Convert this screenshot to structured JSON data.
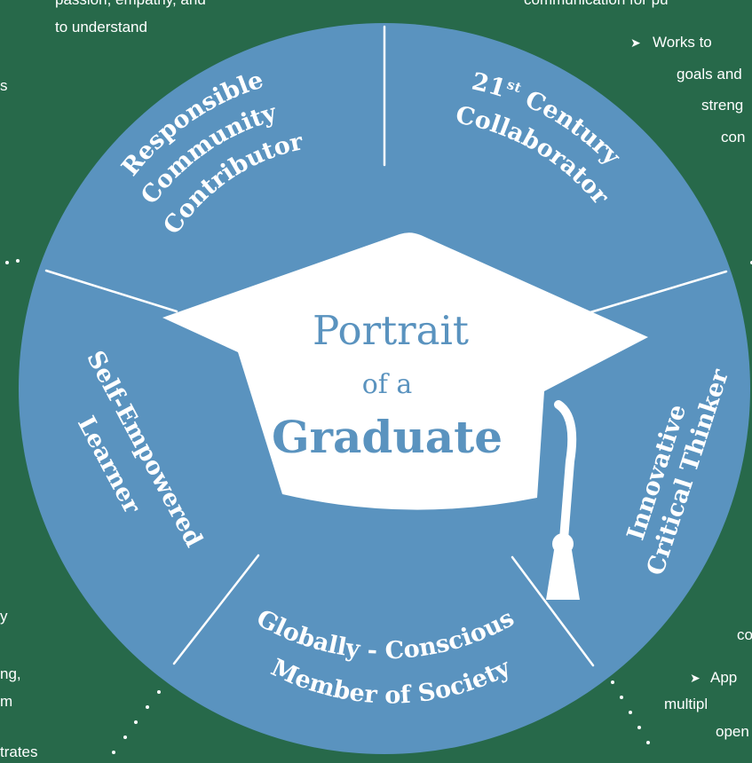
{
  "background_text": {
    "left_lines": [
      "passion, empathy, and",
      "to understand",
      "",
      "s",
      "",
      "",
      "",
      "",
      "",
      "",
      "",
      "",
      "",
      "",
      "",
      "",
      "",
      "",
      "",
      "",
      "",
      "",
      "",
      "",
      "",
      "",
      "",
      "",
      "y",
      "",
      "",
      "ng,",
      "m",
      "trates"
    ],
    "top_right": "communication for pu",
    "right_bullet_1": [
      "Works to",
      "goals and",
      "streng",
      "con"
    ],
    "right_bottom_1": "co",
    "right_bullet_2": [
      "App",
      "multipl",
      "open"
    ],
    "bullet_glyph": "➤"
  },
  "center": {
    "line1": "Portrait",
    "line2": "of a",
    "line3": "Graduate"
  },
  "segments": {
    "responsible": [
      "Responsible",
      "Community",
      "Contributor"
    ],
    "collaborator": {
      "prefix": "21",
      "sup": "st",
      "suffix": " Century",
      "line2": "Collaborator"
    },
    "innovative": [
      "Innovative",
      "Critical Thinker"
    ],
    "globally": [
      "Globally - Conscious",
      "Member of Society"
    ],
    "self": [
      "Self-Empowered",
      "Learner"
    ]
  },
  "colors": {
    "background": "#27694a",
    "wheel": "#5a93bf",
    "divider": "#ffffff",
    "text": "#ffffff"
  }
}
